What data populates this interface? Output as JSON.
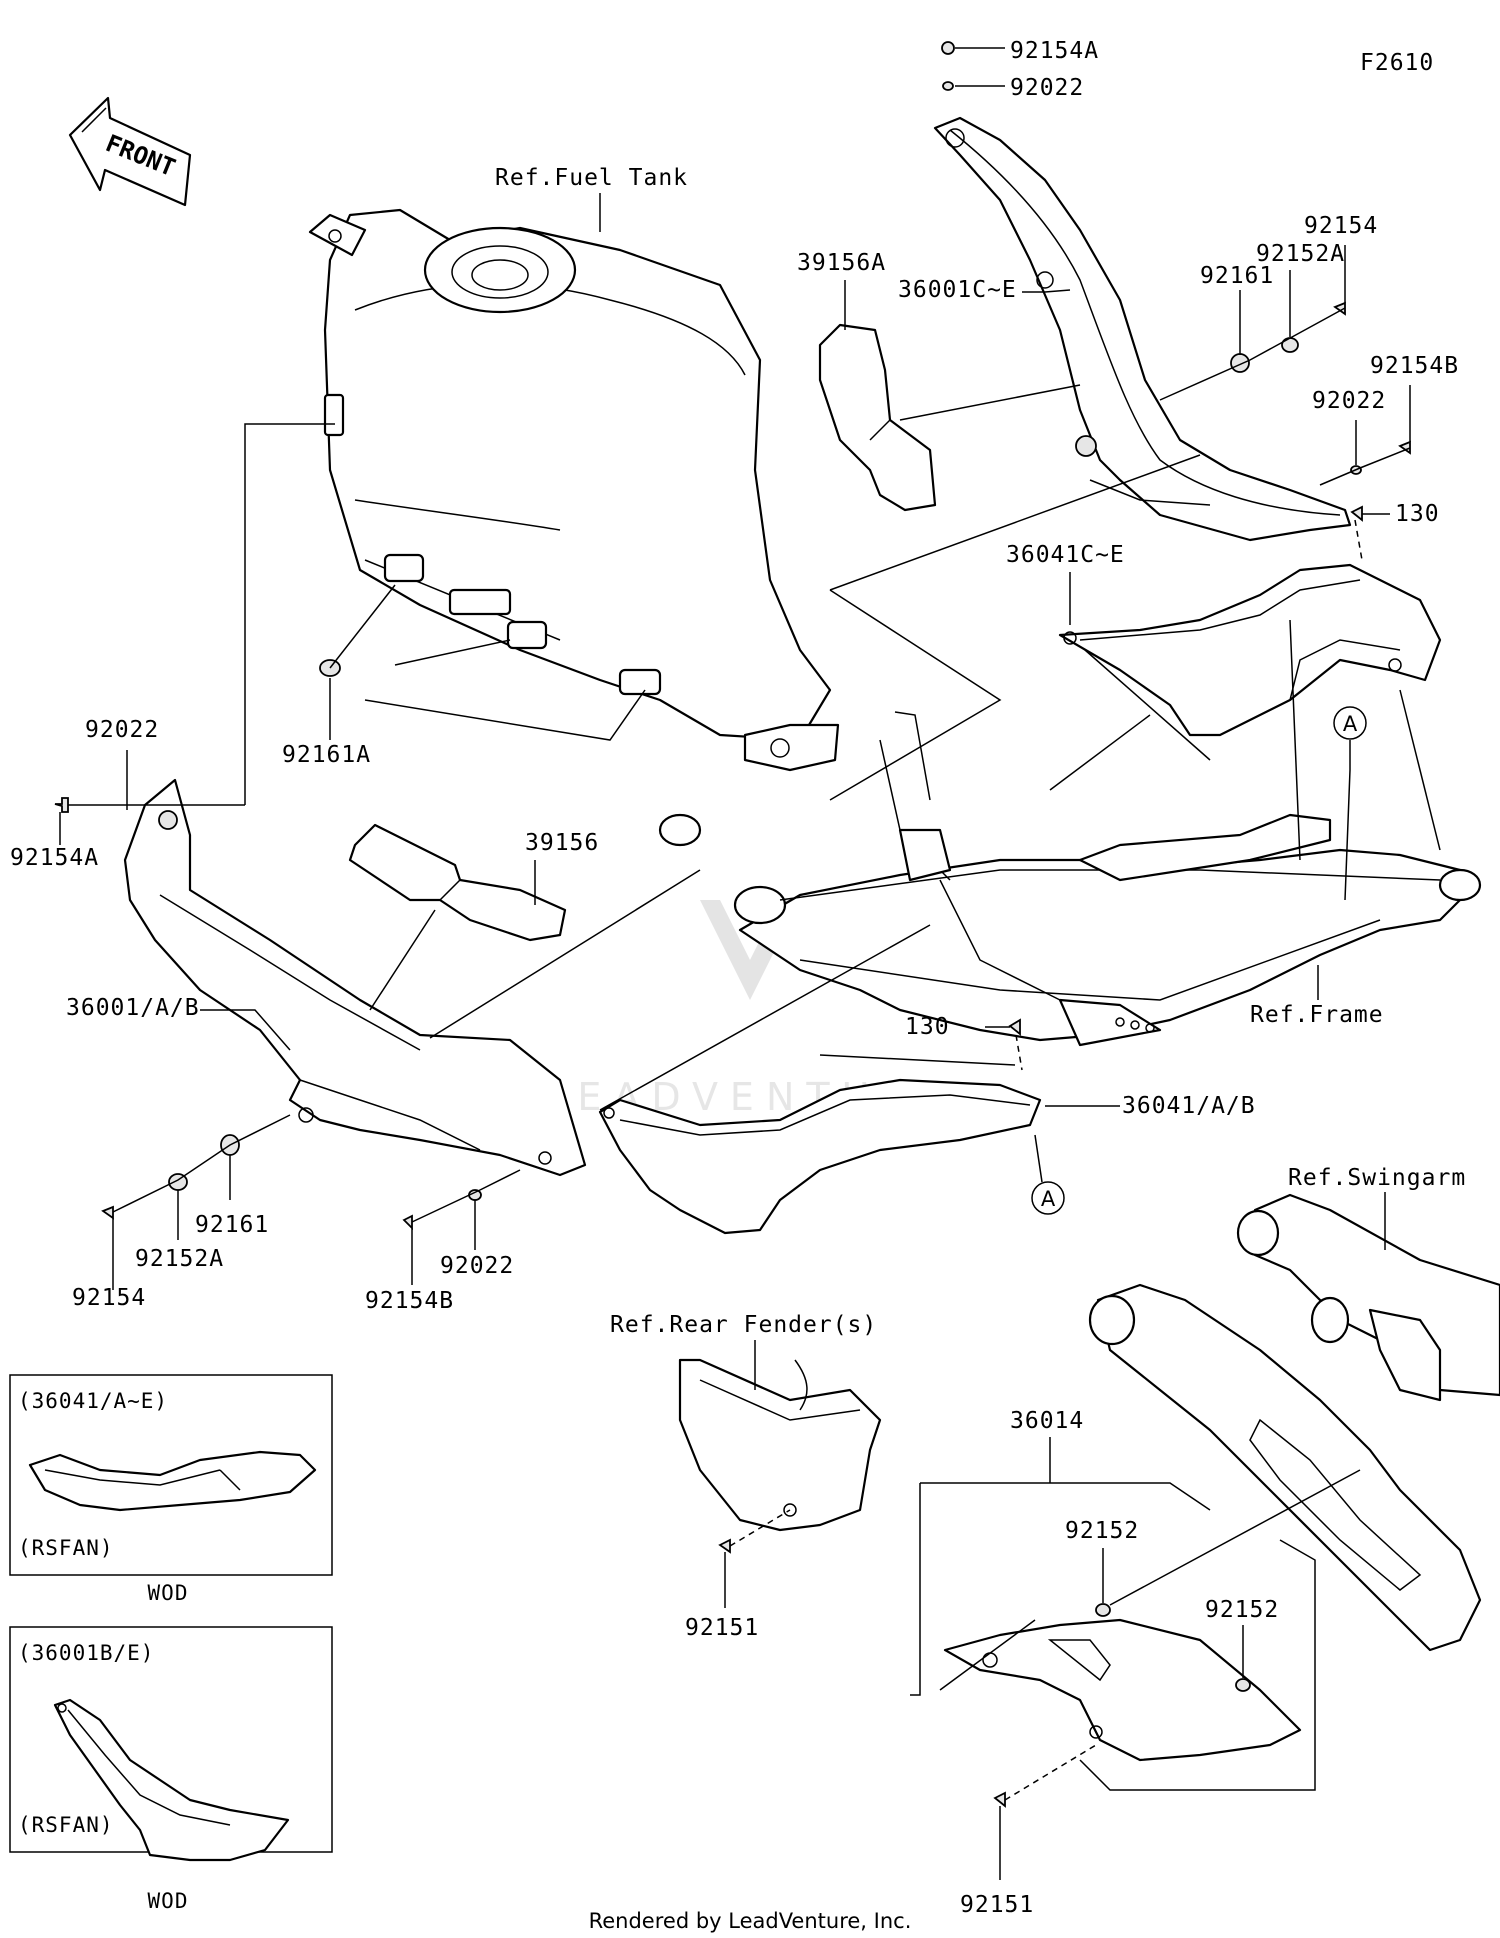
{
  "figure_code": "F2610",
  "front_arrow": "FRONT",
  "footer": "Rendered by LeadVenture, Inc.",
  "watermark": "LEADVENTURE",
  "refs": {
    "fuel_tank": "Ref.Fuel Tank",
    "frame": "Ref.Frame",
    "swingarm": "Ref.Swingarm",
    "rear_fender": "Ref.Rear Fender(s)"
  },
  "callouts": {
    "a1": "A",
    "a2": "A"
  },
  "parts": {
    "p92154A_top": "92154A",
    "p92022_top": "92022",
    "p39156A": "39156A",
    "p36001CE": "36001C~E",
    "p92161_r": "92161",
    "p92152A_r": "92152A",
    "p92154_r": "92154",
    "p92154B_r": "92154B",
    "p92022_r": "92022",
    "p130_r": "130",
    "p36041CE": "36041C~E",
    "p92161A": "92161A",
    "p92022_l": "92022",
    "p92154A_l": "92154A",
    "p39156": "39156",
    "p36001AB": "36001/A/B",
    "p130_m": "130",
    "p36041AB": "36041/A/B",
    "p92161_l": "92161",
    "p92152A_l": "92152A",
    "p92154_l": "92154",
    "p92154B_l": "92154B",
    "p92022_b": "92022",
    "p36014": "36014",
    "p92152_a": "92152",
    "p92152_b": "92152",
    "p92151_l": "92151",
    "p92151_r": "92151"
  },
  "insets": [
    {
      "title": "(36041/A~E)",
      "note": "(RSFAN)",
      "caption": "WOD"
    },
    {
      "title": "(36001B/E)",
      "note": "(RSFAN)",
      "caption": "WOD"
    }
  ]
}
